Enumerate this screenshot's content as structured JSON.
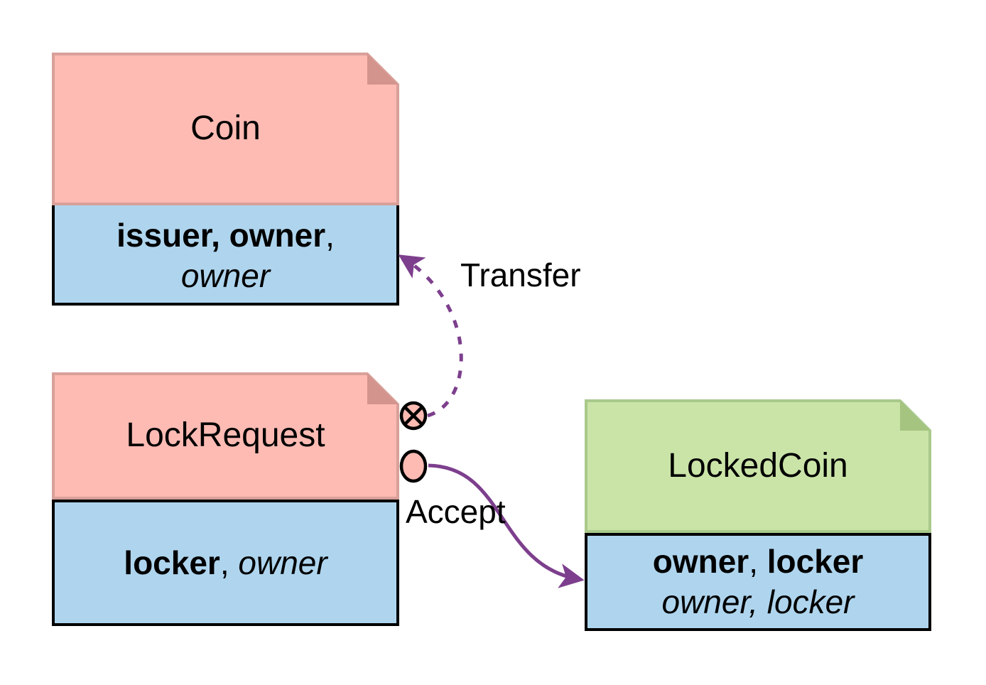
{
  "colors": {
    "background": "#ffffff",
    "pink": "#fdbbb3",
    "pink-border": "#d8a099",
    "pink-fold": "#d4948e",
    "blue": "#afd5ee",
    "green": "#cae4a8",
    "green-border": "#a9c98b",
    "green-fold": "#a4c480",
    "purple": "#7d3f8d",
    "outline": "#000000",
    "text": "#000000"
  },
  "nodes": {
    "coin": {
      "title": "Coin",
      "line1_bold": "issuer, owner",
      "line1_rest": ",",
      "line2_italic": "owner"
    },
    "lockrequest": {
      "title": "LockRequest",
      "line1_bold": "locker",
      "line1_sep": ", ",
      "line1_italic": "owner"
    },
    "lockedcoin": {
      "title": "LockedCoin",
      "line1_bold1": "owner",
      "line1_sep": ", ",
      "line1_bold2": "locker",
      "line2_italic": "owner, locker"
    }
  },
  "edges": {
    "transfer": {
      "label": "Transfer",
      "style": "dashed",
      "source_symbol": "crossed-circle"
    },
    "accept": {
      "label": "Accept",
      "style": "solid",
      "source_symbol": "open-circle"
    }
  }
}
